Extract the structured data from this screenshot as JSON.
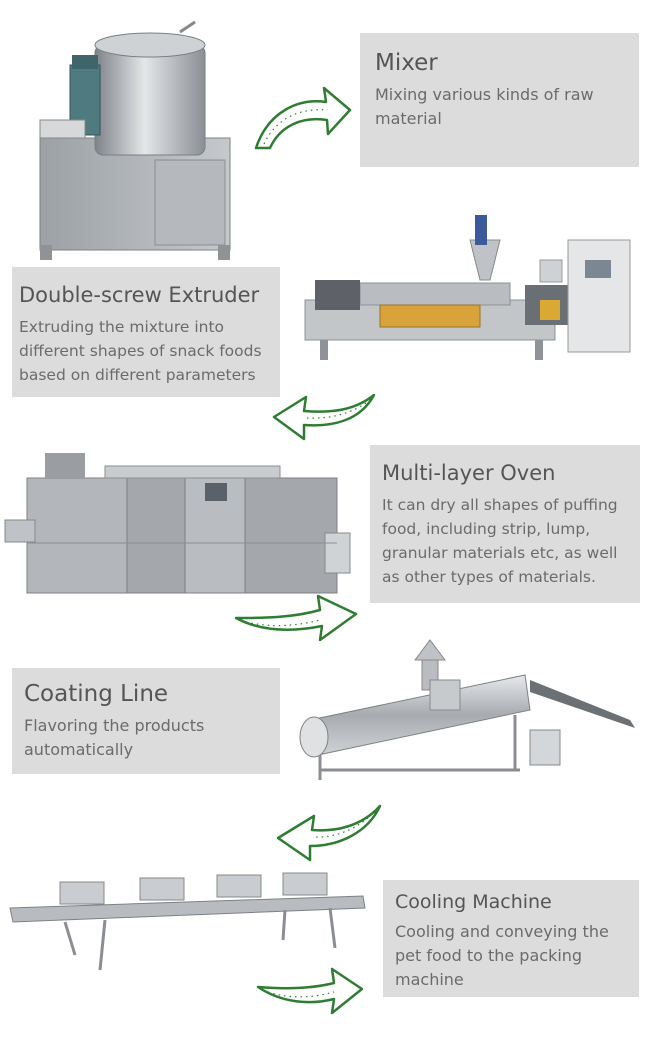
{
  "steps": [
    {
      "title": "Mixer",
      "desc": "Mixing various kinds of raw material"
    },
    {
      "title": "Double-screw  Extruder",
      "desc": "Extruding the mixture into different shapes of snack foods based on different parameters"
    },
    {
      "title": "Multi-layer Oven",
      "desc": "It can dry all shapes of puffing food, including strip, lump, granular materials etc, as well as other types of materials."
    },
    {
      "title": "Coating Line",
      "desc": "Flavoring the products automatically"
    },
    {
      "title": "Cooling Machine",
      "desc": "Cooling and conveying the pet food to the packing machine"
    }
  ],
  "colors": {
    "box": "#dcdcdc",
    "title": "#555555",
    "text": "#6b6b6b",
    "arrow": "#2e7d32",
    "metal": "#a9adb2"
  }
}
